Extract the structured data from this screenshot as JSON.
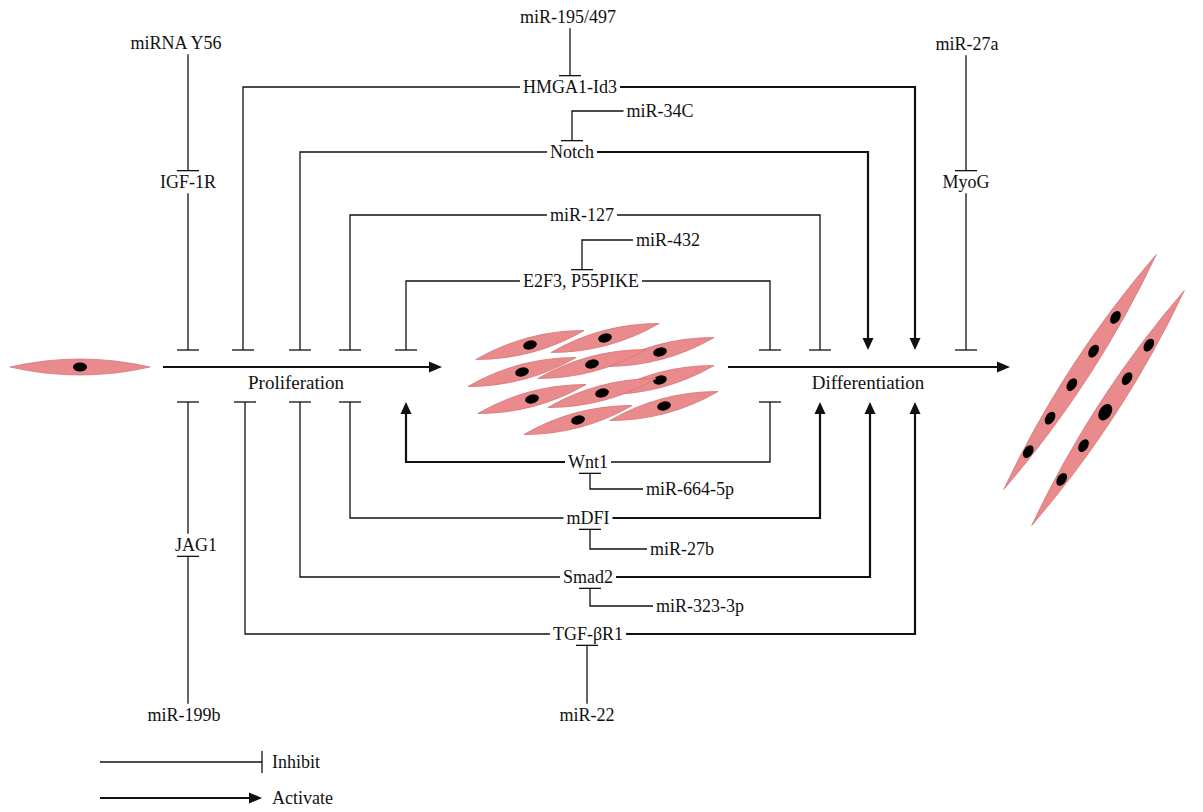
{
  "diagram": {
    "nodes": [
      {
        "text": [
          "miRNA Y56"
        ]
      },
      {
        "text": [
          "miR-195/497"
        ]
      },
      {
        "text": [
          "miR-27a"
        ]
      },
      {
        "text": [
          "HMGA1-Id3"
        ]
      },
      {
        "text": [
          "miR-34C"
        ]
      },
      {
        "text": [
          "IGF-1R"
        ]
      },
      {
        "text": [
          "Notch"
        ]
      },
      {
        "text": [
          "MyoG"
        ]
      },
      {
        "text": [
          "miR-127"
        ]
      },
      {
        "text": [
          "miR-432"
        ]
      },
      {
        "text": [
          "E2F3, P55PIKE"
        ]
      },
      {
        "text": [
          "Proliferation"
        ]
      },
      {
        "text": [
          "Differentiation"
        ]
      },
      {
        "text": [
          "Wnt1"
        ]
      },
      {
        "text": [
          "miR-664-5p"
        ]
      },
      {
        "text": [
          "mDFI"
        ]
      },
      {
        "text": [
          "miR-27b"
        ]
      },
      {
        "text": [
          "JAG1"
        ]
      },
      {
        "text": [
          "Smad2"
        ]
      },
      {
        "text": [
          "miR-323-3p"
        ]
      },
      {
        "text": [
          "TGF-βR1"
        ]
      },
      {
        "text": [
          "miR-199b"
        ]
      },
      {
        "text": [
          "miR-22"
        ]
      }
    ],
    "edges": [
      {
        "from": 0,
        "to": 5,
        "arrow": "to"
      },
      {
        "from": 5,
        "to": 11,
        "arrow": "to"
      },
      {
        "from": 1,
        "to": 3,
        "arrow": "to"
      },
      {
        "from": 3,
        "to": 11,
        "arrow": "to"
      },
      {
        "from": 3,
        "to": 12,
        "arrow": "to"
      },
      {
        "from": 4,
        "to": 6,
        "arrow": "to"
      },
      {
        "from": 6,
        "to": 11,
        "arrow": "to"
      },
      {
        "from": 6,
        "to": 12,
        "arrow": "to"
      },
      {
        "from": 2,
        "to": 7,
        "arrow": "to"
      },
      {
        "from": 7,
        "to": 12,
        "arrow": "to"
      },
      {
        "from": 8,
        "to": 11,
        "arrow": "to"
      },
      {
        "from": 8,
        "to": 12,
        "arrow": "to"
      },
      {
        "from": 9,
        "to": 10,
        "arrow": "to"
      },
      {
        "from": 10,
        "to": 11,
        "arrow": "to"
      },
      {
        "from": 10,
        "to": 12,
        "arrow": "to"
      },
      {
        "from": 13,
        "to": 11,
        "arrow": "to"
      },
      {
        "from": 13,
        "to": 12,
        "arrow": "to"
      },
      {
        "from": 14,
        "to": 13,
        "arrow": "to"
      },
      {
        "from": 15,
        "to": 11,
        "arrow": "to"
      },
      {
        "from": 15,
        "to": 12,
        "arrow": "to"
      },
      {
        "from": 16,
        "to": 15,
        "arrow": "to"
      },
      {
        "from": 18,
        "to": 11,
        "arrow": "to"
      },
      {
        "from": 18,
        "to": 12,
        "arrow": "to"
      },
      {
        "from": 19,
        "to": 18,
        "arrow": "to"
      },
      {
        "from": 20,
        "to": 11,
        "arrow": "to"
      },
      {
        "from": 20,
        "to": 12,
        "arrow": "to"
      },
      {
        "from": 22,
        "to": 20,
        "arrow": "to"
      },
      {
        "from": 17,
        "to": 11,
        "arrow": "to"
      },
      {
        "from": 21,
        "to": 17,
        "arrow": "to"
      }
    ],
    "legend": [
      {
        "text": "Inhibit"
      },
      {
        "text": "Activate"
      }
    ]
  }
}
